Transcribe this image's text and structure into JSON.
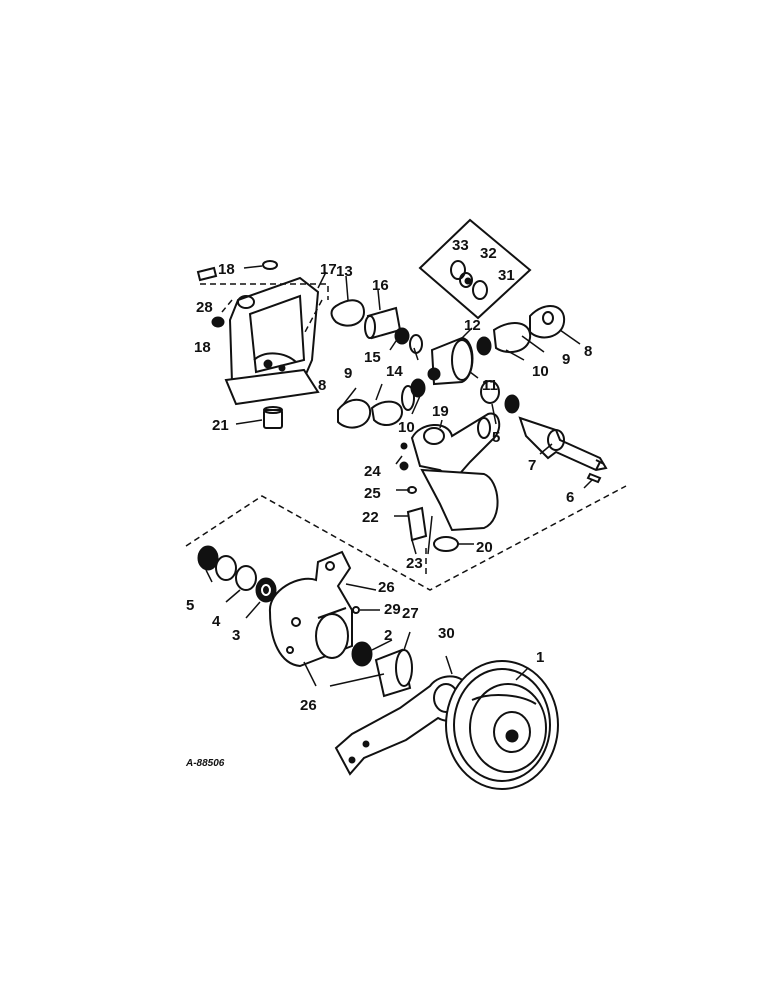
{
  "diagram": {
    "reference_code": "A-88506",
    "callouts": [
      {
        "id": "c1",
        "label": "1"
      },
      {
        "id": "c2",
        "label": "2"
      },
      {
        "id": "c3",
        "label": "3"
      },
      {
        "id": "c4",
        "label": "4"
      },
      {
        "id": "c5a",
        "label": "5"
      },
      {
        "id": "c5b",
        "label": "5"
      },
      {
        "id": "c6",
        "label": "6"
      },
      {
        "id": "c7",
        "label": "7"
      },
      {
        "id": "c8a",
        "label": "8"
      },
      {
        "id": "c8b",
        "label": "8"
      },
      {
        "id": "c9a",
        "label": "9"
      },
      {
        "id": "c9b",
        "label": "9"
      },
      {
        "id": "c10a",
        "label": "10"
      },
      {
        "id": "c10b",
        "label": "10"
      },
      {
        "id": "c11",
        "label": "11"
      },
      {
        "id": "c12",
        "label": "12"
      },
      {
        "id": "c13",
        "label": "13"
      },
      {
        "id": "c14",
        "label": "14"
      },
      {
        "id": "c15",
        "label": "15"
      },
      {
        "id": "c16",
        "label": "16"
      },
      {
        "id": "c17",
        "label": "17"
      },
      {
        "id": "c18a",
        "label": "18"
      },
      {
        "id": "c18b",
        "label": "18"
      },
      {
        "id": "c19",
        "label": "19"
      },
      {
        "id": "c20",
        "label": "20"
      },
      {
        "id": "c21",
        "label": "21"
      },
      {
        "id": "c22",
        "label": "22"
      },
      {
        "id": "c23",
        "label": "23"
      },
      {
        "id": "c24",
        "label": "24"
      },
      {
        "id": "c25",
        "label": "25"
      },
      {
        "id": "c26a",
        "label": "26"
      },
      {
        "id": "c26b",
        "label": "26"
      },
      {
        "id": "c27",
        "label": "27"
      },
      {
        "id": "c28",
        "label": "28"
      },
      {
        "id": "c29",
        "label": "29"
      },
      {
        "id": "c30",
        "label": "30"
      },
      {
        "id": "c31",
        "label": "31"
      },
      {
        "id": "c32",
        "label": "32"
      },
      {
        "id": "c33",
        "label": "33"
      }
    ]
  }
}
